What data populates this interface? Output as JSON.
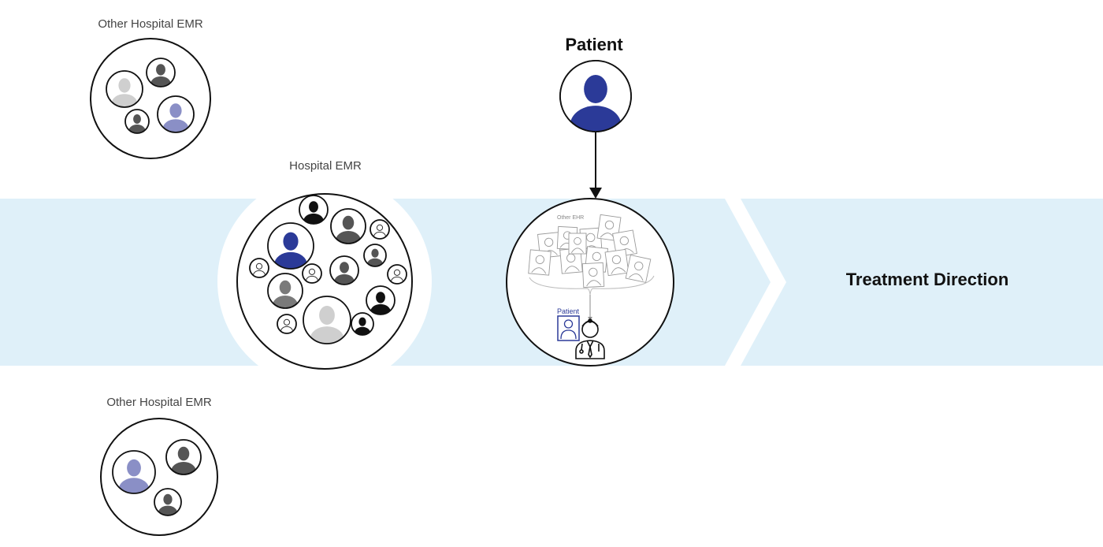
{
  "title": "Patient",
  "emr": {
    "top_label": "Other Hospital EMR",
    "main_label": "Hospital EMR",
    "bottom_label": "Other Hospital EMR"
  },
  "inner": {
    "ehr_label": "Other EHR",
    "patient_label": "Patient"
  },
  "direction": "Treatment Direction",
  "colors": {
    "band": "#dff0f9",
    "patient_blue": "#2b3a98",
    "light_blue": "#8a8fc6",
    "dark_gray": "#555555",
    "mid_gray": "#7a7a7a",
    "light_gray": "#cfcfcf",
    "black": "#111111"
  }
}
